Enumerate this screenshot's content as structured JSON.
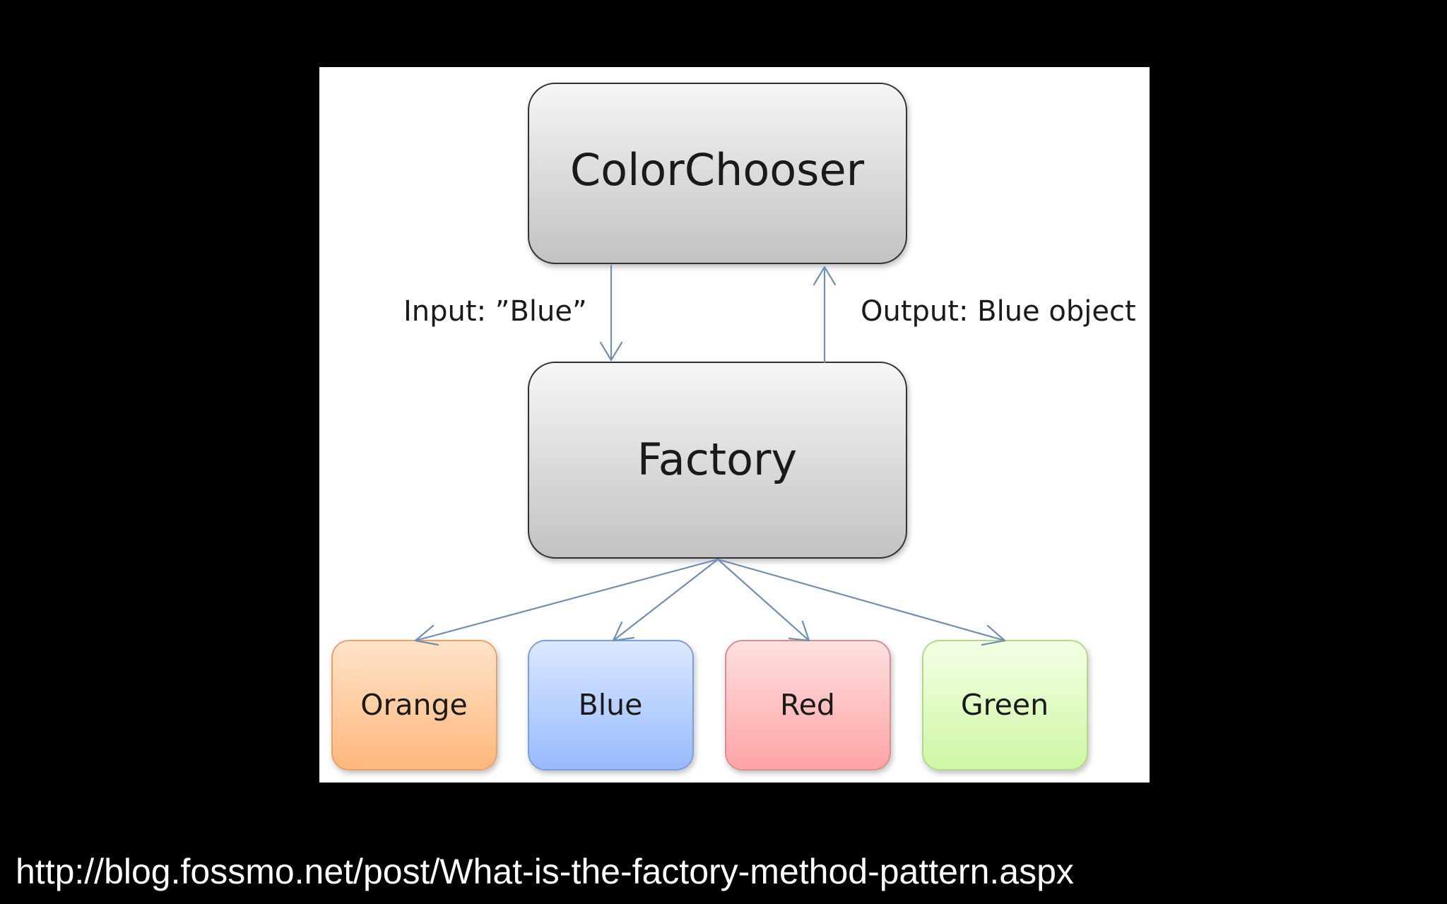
{
  "diagram": {
    "nodes": {
      "colorchooser": {
        "label": "ColorChooser"
      },
      "factory": {
        "label": "Factory"
      },
      "orange": {
        "label": "Orange",
        "fill_top": "#ffe3c8",
        "fill_bottom": "#ffb77c",
        "stroke": "#e8a26a"
      },
      "blue": {
        "label": "Blue",
        "fill_top": "#dbe8ff",
        "fill_bottom": "#96baff",
        "stroke": "#7d9fdc"
      },
      "red": {
        "label": "Red",
        "fill_top": "#ffe0e0",
        "fill_bottom": "#ffa3a3",
        "stroke": "#d98f8f"
      },
      "green": {
        "label": "Green",
        "fill_top": "#f4ffe4",
        "fill_bottom": "#cdf7a4",
        "stroke": "#b3d98e"
      }
    },
    "edges": {
      "input_label": "Input: ”Blue”",
      "output_label": "Output: Blue object"
    },
    "arrow_color": "#6f8fb3"
  },
  "footer": {
    "source_url": "http://blog.fossmo.net/post/What-is-the-factory-method-pattern.aspx"
  }
}
